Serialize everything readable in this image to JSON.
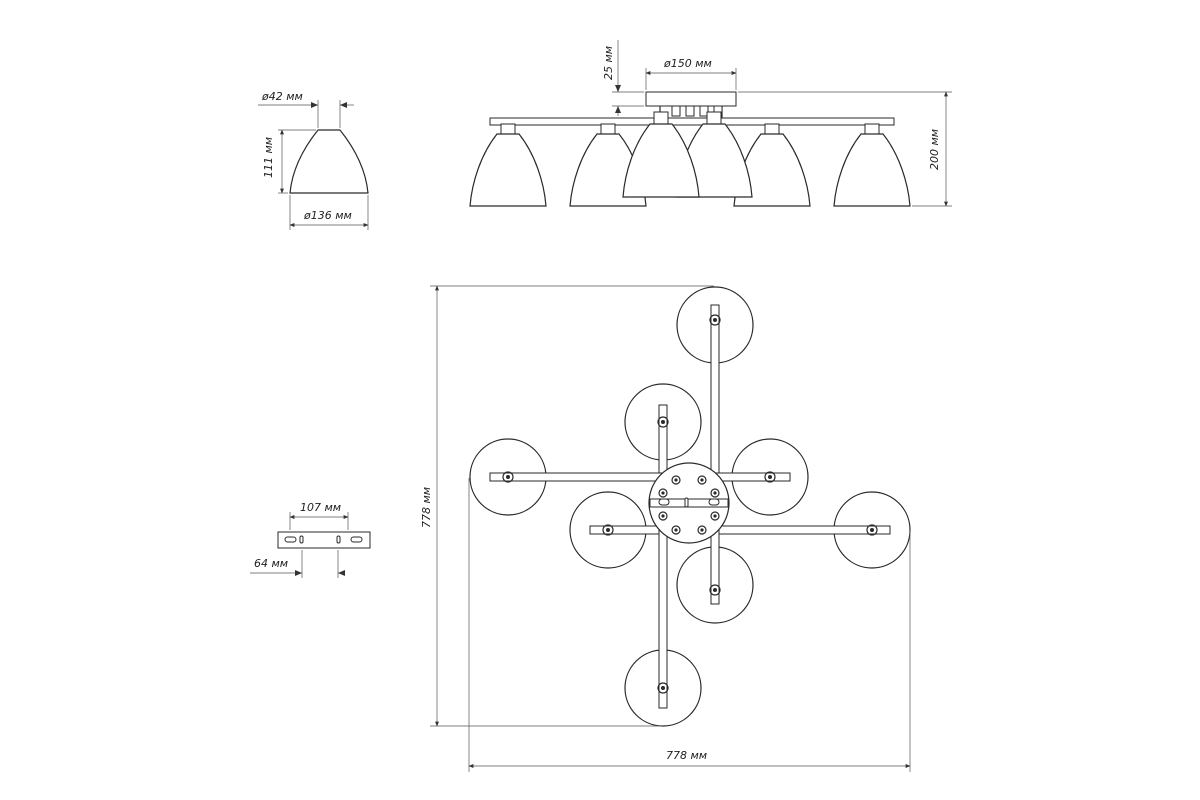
{
  "dimensions": {
    "shade_top_diameter": "ø42 мм",
    "shade_height": "111 мм",
    "shade_bottom_diameter": "ø136 мм",
    "canopy_height": "25 мм",
    "canopy_diameter": "ø150 мм",
    "total_height": "200 мм",
    "plan_depth": "778 мм",
    "plan_width": "778 мм",
    "bracket_length": "107 мм",
    "bracket_offset": "64 мм"
  },
  "colors": {
    "line": "#2a2a2a",
    "dim": "#555555"
  }
}
